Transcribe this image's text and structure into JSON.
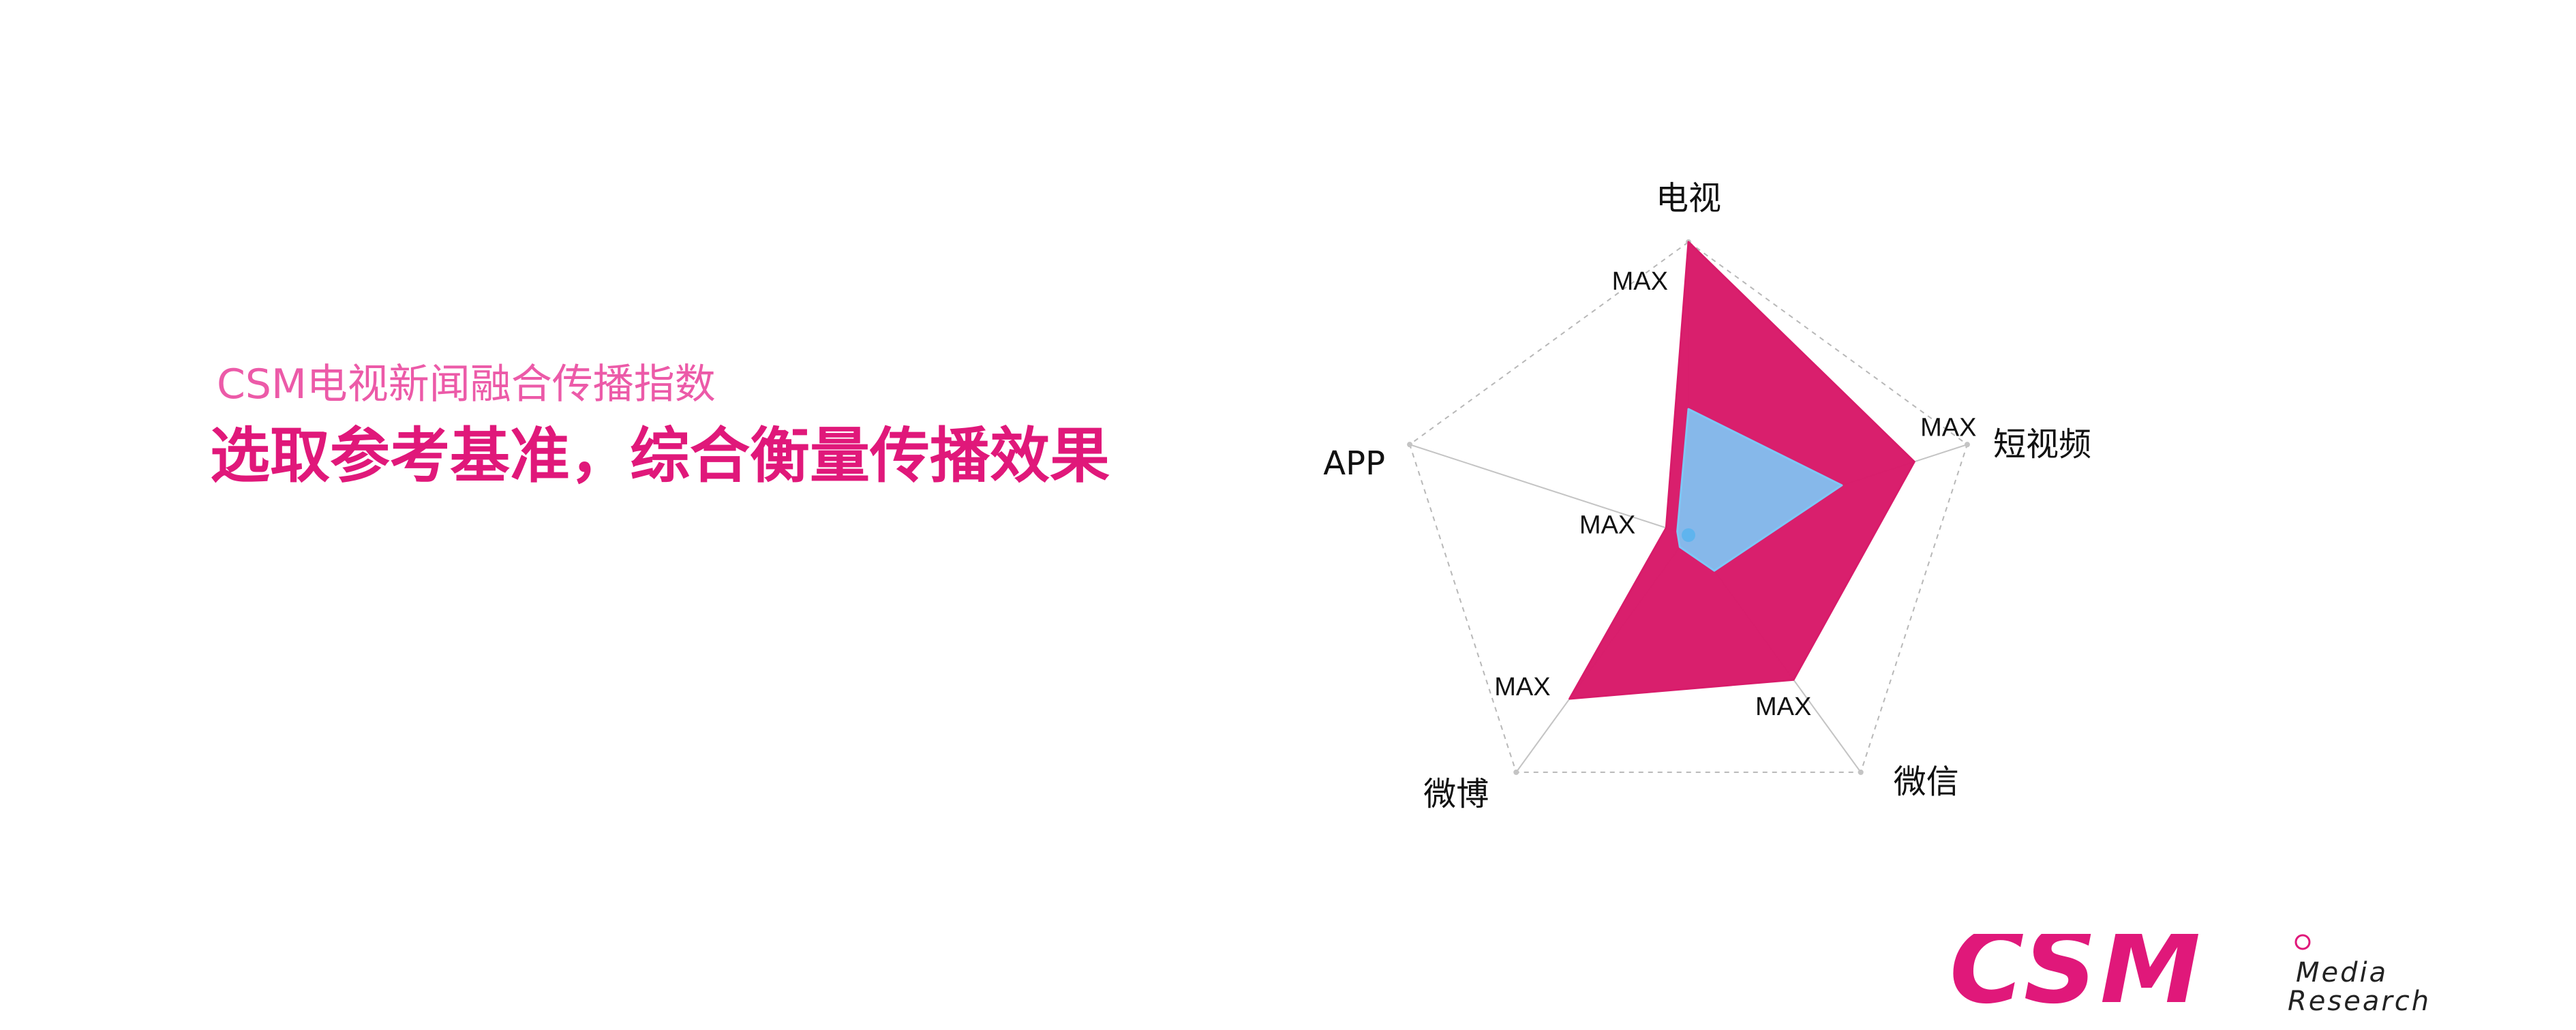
{
  "subtitle": "CSM电视新闻融合传播指数",
  "headline": "选取参考基准，综合衡量传播效果",
  "chart_data": {
    "type": "radar",
    "axes": [
      "电视",
      "短视频",
      "微信",
      "微博",
      "APP"
    ],
    "axis_max_label": "MAX",
    "series": [
      {
        "values": [
          1.0,
          0.81,
          0.61,
          0.69,
          0.08
        ],
        "color": "#d81b6a"
      },
      {
        "values": [
          0.43,
          0.55,
          0.15,
          0.05,
          0.04
        ],
        "color": "#7fc6f5"
      }
    ],
    "grid": "dashed",
    "legend": "none"
  },
  "logo": {
    "brand": "CSM",
    "line1": "Media",
    "line2": "Research"
  }
}
